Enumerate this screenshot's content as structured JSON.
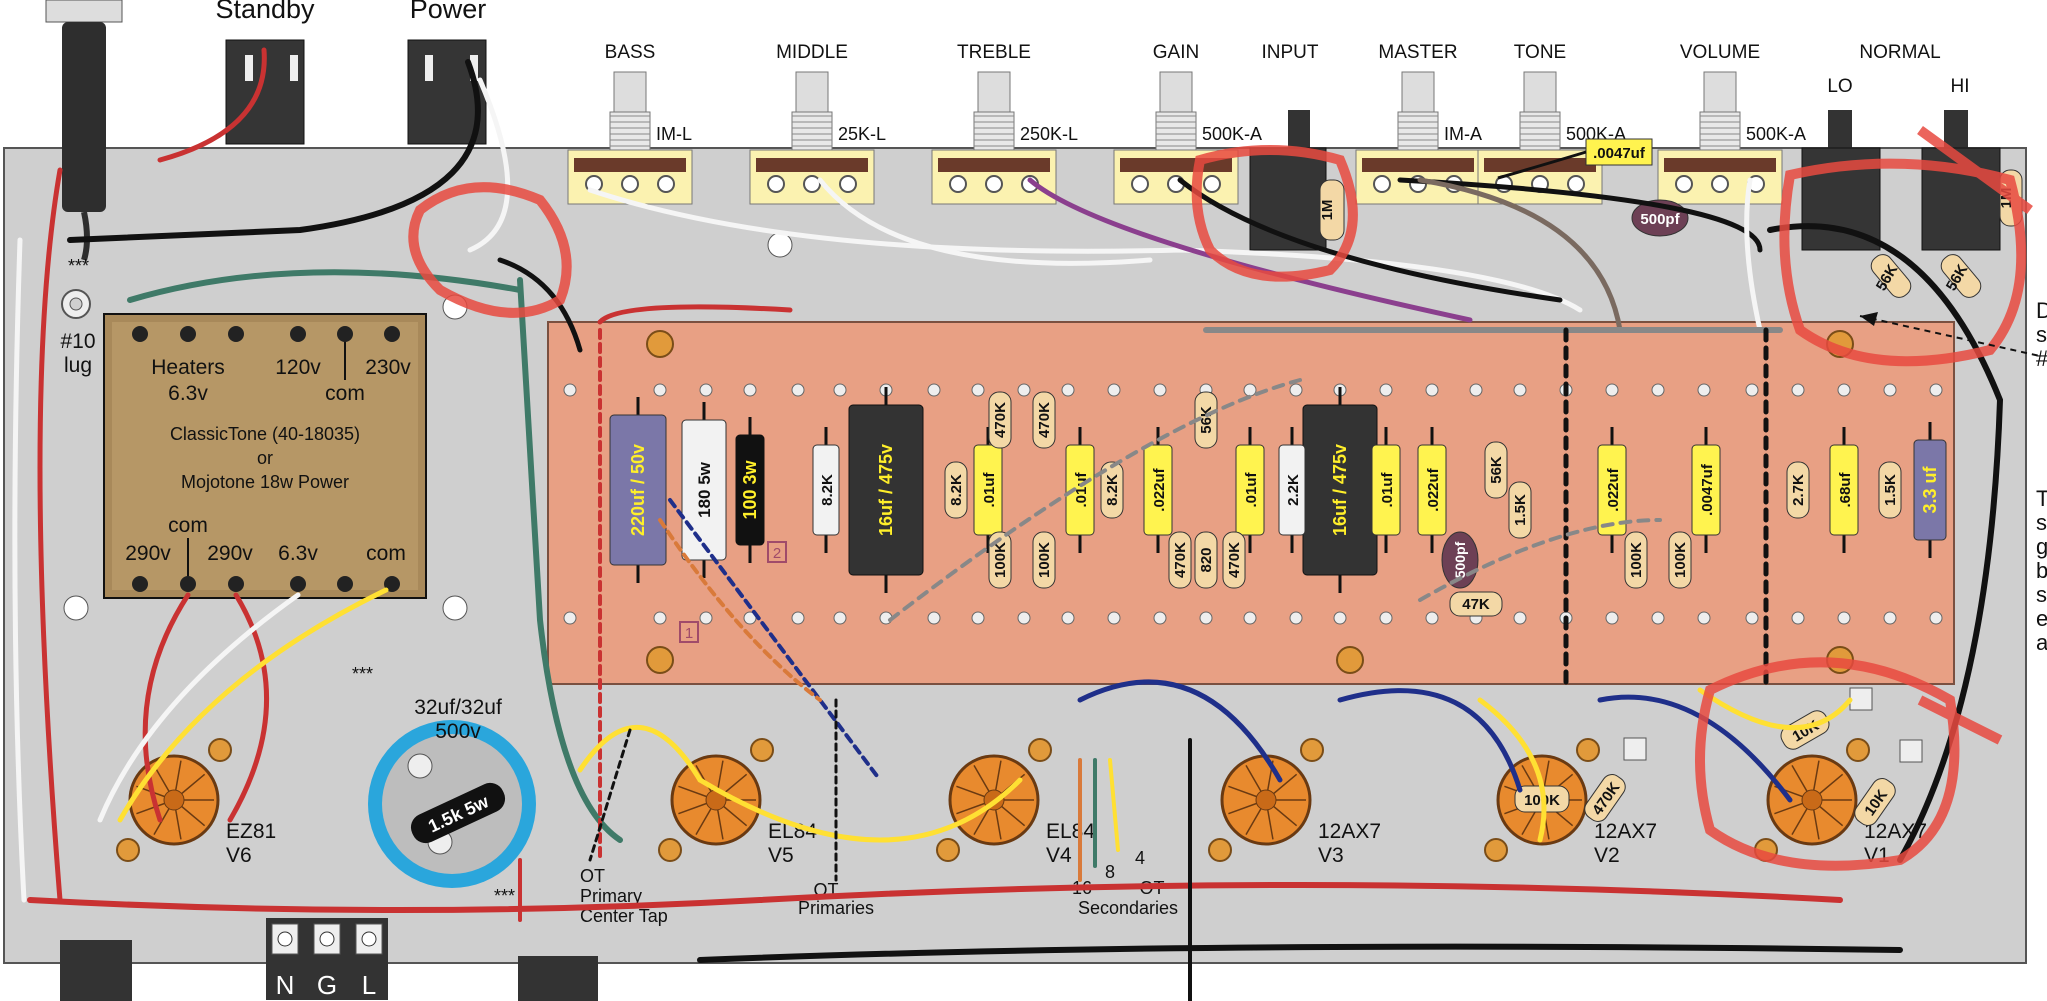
{
  "switches": {
    "standby": "Standby",
    "power": "Power"
  },
  "controls": [
    {
      "label": "BASS",
      "value": "IM-L"
    },
    {
      "label": "MIDDLE",
      "value": "25K-L"
    },
    {
      "label": "TREBLE",
      "value": "250K-L"
    },
    {
      "label": "GAIN",
      "value": "500K-A"
    },
    {
      "label": "MASTER",
      "value": "IM-A"
    },
    {
      "label": "TONE",
      "value": "500K-A"
    },
    {
      "label": "VOLUME",
      "value": "500K-A"
    }
  ],
  "jacks": {
    "input": "INPUT",
    "normal": "NORMAL",
    "lo": "LO",
    "hi": "HI"
  },
  "transformer": {
    "heaters": "Heaters",
    "heaters_v": "6.3v",
    "v120": "120v",
    "v230": "230v",
    "com": "com",
    "name": "ClassicTone (40-18035)",
    "or": "or",
    "alt": "Mojotone 18w Power",
    "bottom": [
      "290v",
      "290v",
      "6.3v",
      "com"
    ],
    "bottom_com": "com"
  },
  "lug": {
    "stars": "***",
    "label": "#10",
    "label2": "lug"
  },
  "filter_cap": {
    "value": "32uf/32uf",
    "voltage": "500v",
    "resistor": "1.5k 5w"
  },
  "tubes": [
    {
      "type": "EZ81",
      "pos": "V6"
    },
    {
      "type": "EL84",
      "pos": "V5"
    },
    {
      "type": "EL84",
      "pos": "V4"
    },
    {
      "type": "12AX7",
      "pos": "V3"
    },
    {
      "type": "12AX7",
      "pos": "V2"
    },
    {
      "type": "12AX7",
      "pos": "V1"
    }
  ],
  "ot_labels": {
    "ot": "OT",
    "primary": "Primary",
    "center_tap": "Center Tap",
    "primaries": "Primaries",
    "secondaries": "Secondaries",
    "taps": [
      "16",
      "8",
      "4"
    ]
  },
  "power_entry": [
    "N",
    "G",
    "L"
  ],
  "board": {
    "big_caps": [
      "220uf / 50v",
      "16uf / 475v",
      "16uf / 475v",
      "3.3 uf"
    ],
    "white_res": [
      "180 5w",
      "8.2K",
      "2.2K"
    ],
    "black_res": "100 3w",
    "yellow_caps": [
      ".01uf",
      ".01uf",
      ".022uf",
      ".01uf",
      ".01uf",
      ".022uf",
      ".022uf",
      ".0047uf",
      ".68uf"
    ],
    "tan_res": [
      "8.2K",
      "470K",
      "470K",
      "8.2K",
      "100K",
      "100K",
      "470K",
      "820",
      "470K",
      "56K",
      "56K",
      "1.5K",
      "47K",
      "100K",
      "100K",
      "2.7K",
      "1.5K"
    ],
    "disc_caps": [
      "500pf"
    ]
  },
  "top_parts": {
    "cap": ".0047uf",
    "disc": "500pf",
    "r_input": "1M",
    "r_hi": "1M",
    "r_56k_a": "56K",
    "r_56k_b": "56K"
  },
  "v1_parts": [
    "10K",
    "10K"
  ],
  "v2_parts": [
    "100K",
    "470K"
  ],
  "markers": [
    "1",
    "2"
  ],
  "side_text": [
    "D",
    "s",
    "#",
    "T",
    "s",
    "g",
    "b",
    "s",
    "e",
    "a"
  ]
}
